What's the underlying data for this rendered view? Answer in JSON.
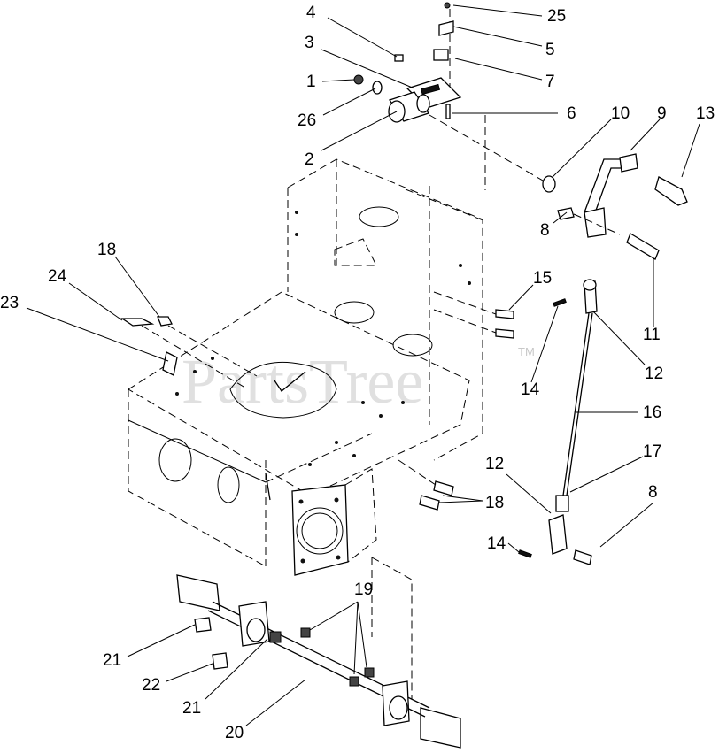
{
  "watermark": {
    "text": "PartsTree",
    "trademark": "TM"
  },
  "callouts": [
    {
      "id": "c25",
      "text": "25"
    },
    {
      "id": "c4",
      "text": "4"
    },
    {
      "id": "c3",
      "text": "3"
    },
    {
      "id": "c5",
      "text": "5"
    },
    {
      "id": "c1",
      "text": "1"
    },
    {
      "id": "c7",
      "text": "7"
    },
    {
      "id": "c26",
      "text": "26"
    },
    {
      "id": "c6",
      "text": "6"
    },
    {
      "id": "c10",
      "text": "10"
    },
    {
      "id": "c9",
      "text": "9"
    },
    {
      "id": "c13",
      "text": "13"
    },
    {
      "id": "c2",
      "text": "2"
    },
    {
      "id": "c8a",
      "text": "8"
    },
    {
      "id": "c18a",
      "text": "18"
    },
    {
      "id": "c24",
      "text": "24"
    },
    {
      "id": "c15",
      "text": "15"
    },
    {
      "id": "c23",
      "text": "23"
    },
    {
      "id": "c11",
      "text": "11"
    },
    {
      "id": "c12a",
      "text": "12"
    },
    {
      "id": "c14a",
      "text": "14"
    },
    {
      "id": "c16",
      "text": "16"
    },
    {
      "id": "c17",
      "text": "17"
    },
    {
      "id": "c12b",
      "text": "12"
    },
    {
      "id": "c18b",
      "text": "18"
    },
    {
      "id": "c8b",
      "text": "8"
    },
    {
      "id": "c14b",
      "text": "14"
    },
    {
      "id": "c19",
      "text": "19"
    },
    {
      "id": "c21a",
      "text": "21"
    },
    {
      "id": "c22",
      "text": "22"
    },
    {
      "id": "c21b",
      "text": "21"
    },
    {
      "id": "c20",
      "text": "20"
    }
  ]
}
